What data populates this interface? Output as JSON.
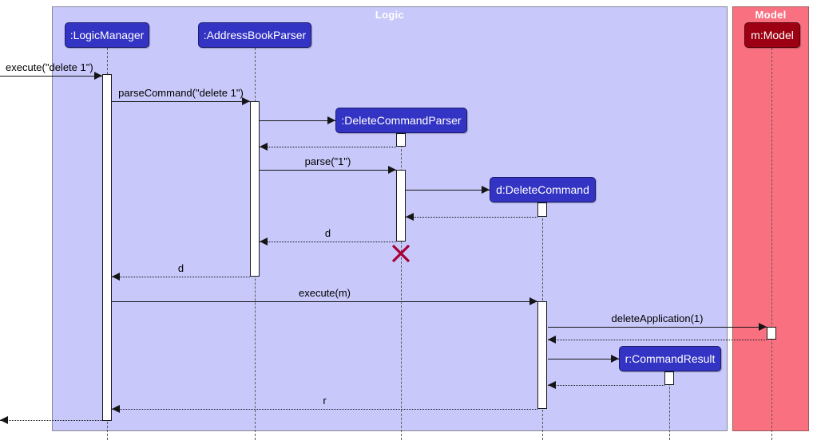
{
  "diagram": {
    "type": "uml-sequence-diagram",
    "frames": [
      {
        "label": "Logic",
        "bg": "#C8C8FA",
        "border": "#88889A"
      },
      {
        "label": "Model",
        "bg": "#F97181",
        "border": "#A05A5A"
      }
    ],
    "participants": [
      {
        "label": ":LogicManager",
        "frame": "Logic",
        "bg": "#3333C4"
      },
      {
        "label": ":AddressBookParser",
        "frame": "Logic",
        "bg": "#3333C4"
      },
      {
        "label": ":DeleteCommandParser",
        "frame": "Logic",
        "bg": "#3333C4"
      },
      {
        "label": "d:DeleteCommand",
        "frame": "Logic",
        "bg": "#3333C4"
      },
      {
        "label": "r:CommandResult",
        "frame": "Logic",
        "bg": "#3333C4"
      },
      {
        "label": "m:Model",
        "frame": "Model",
        "bg": "#9D0012"
      }
    ],
    "messages": [
      {
        "label": "execute(\"delete 1\")",
        "kind": "sync",
        "from": "external",
        "to": ":LogicManager"
      },
      {
        "label": "parseCommand(\"delete 1\")",
        "kind": "sync",
        "from": ":LogicManager",
        "to": ":AddressBookParser"
      },
      {
        "label": "",
        "kind": "create",
        "from": ":AddressBookParser",
        "to": ":DeleteCommandParser"
      },
      {
        "label": "",
        "kind": "return",
        "from": ":DeleteCommandParser",
        "to": ":AddressBookParser"
      },
      {
        "label": "parse(\"1\")",
        "kind": "sync",
        "from": ":AddressBookParser",
        "to": ":DeleteCommandParser"
      },
      {
        "label": "",
        "kind": "create",
        "from": ":DeleteCommandParser",
        "to": "d:DeleteCommand"
      },
      {
        "label": "",
        "kind": "return",
        "from": "d:DeleteCommand",
        "to": ":DeleteCommandParser"
      },
      {
        "label": "d",
        "kind": "return",
        "from": ":DeleteCommandParser",
        "to": ":AddressBookParser"
      },
      {
        "label": "d",
        "kind": "return",
        "from": ":AddressBookParser",
        "to": ":LogicManager"
      },
      {
        "label": "execute(m)",
        "kind": "sync",
        "from": ":LogicManager",
        "to": "d:DeleteCommand"
      },
      {
        "label": "deleteApplication(1)",
        "kind": "sync",
        "from": "d:DeleteCommand",
        "to": "m:Model"
      },
      {
        "label": "",
        "kind": "return",
        "from": "m:Model",
        "to": "d:DeleteCommand"
      },
      {
        "label": "",
        "kind": "create",
        "from": "d:DeleteCommand",
        "to": "r:CommandResult"
      },
      {
        "label": "",
        "kind": "return",
        "from": "r:CommandResult",
        "to": "d:DeleteCommand"
      },
      {
        "label": "r",
        "kind": "return",
        "from": "d:DeleteCommand",
        "to": ":LogicManager"
      },
      {
        "label": "",
        "kind": "return",
        "from": ":LogicManager",
        "to": "external"
      }
    ],
    "destroy": {
      "target": ":DeleteCommandParser",
      "symbol": "X",
      "color": "#A80036"
    }
  }
}
